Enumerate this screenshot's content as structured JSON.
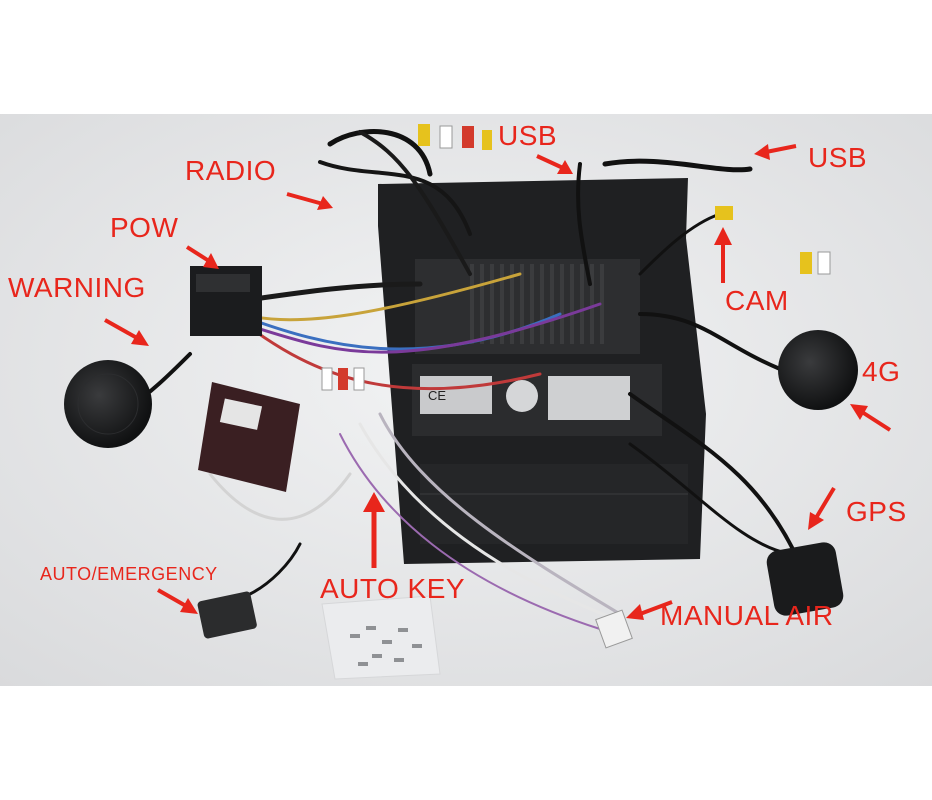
{
  "labels": {
    "usb_top": "USB",
    "usb_right": "USB",
    "radio": "RADIO",
    "pow": "POW",
    "warning": "WARNING",
    "cam": "CAM",
    "g4": "4G",
    "gps": "GPS",
    "auto_emergency": "AUTO/EMERGENCY",
    "auto_key": "AUTO KEY",
    "manual_air": "MANUAL AIR"
  },
  "unit_labels": {
    "ce_mark": "CE"
  },
  "colors": {
    "label_red": "#e8261c",
    "background": "#ffffff",
    "mat": "#e9eaeb",
    "unit_body": "#2a2b2d"
  }
}
